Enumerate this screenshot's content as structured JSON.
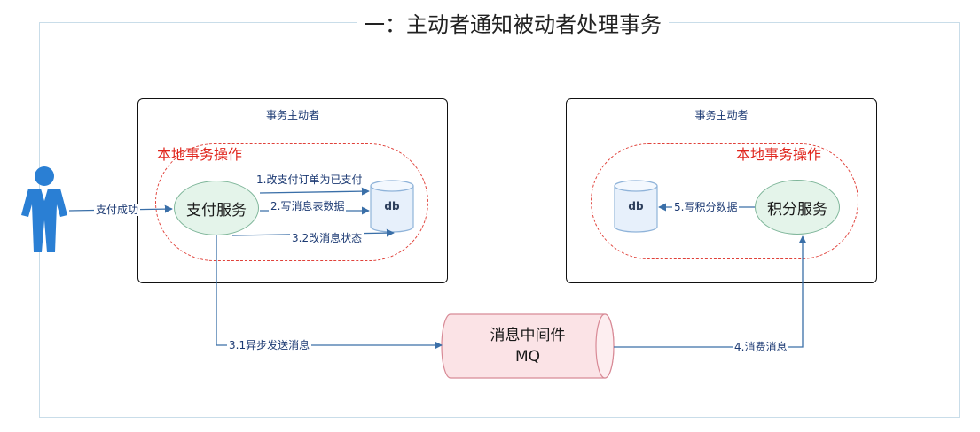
{
  "title": "一：主动者通知被动者处理事务",
  "left_box": {
    "title": "事务主动者",
    "local_label": "本地事务操作",
    "service": "支付服务",
    "db": "db"
  },
  "right_box": {
    "title": "事务主动者",
    "local_label": "本地事务操作",
    "service": "积分服务",
    "db": "db"
  },
  "mq": {
    "line1": "消息中间件",
    "line2": "MQ"
  },
  "edges": {
    "user_to_pay": "支付成功",
    "step1": "1.改支付订单为已支付",
    "step2": "2.写消息表数据",
    "step3_2": "3.2改消息状态",
    "step3_1": "3.1异步发送消息",
    "step4": "4.消费消息",
    "step5": "5.写积分数据"
  },
  "colors": {
    "arrow": "#3a6fa8",
    "service_fill": "#e4f4ea",
    "db_fill": "#e7f0fb",
    "mq_fill": "#fbe3e6",
    "local_label": "#e0261d",
    "user": "#2a7fd4"
  },
  "icons": {
    "user": "person-icon",
    "database": "database-icon",
    "queue": "message-queue-icon"
  }
}
